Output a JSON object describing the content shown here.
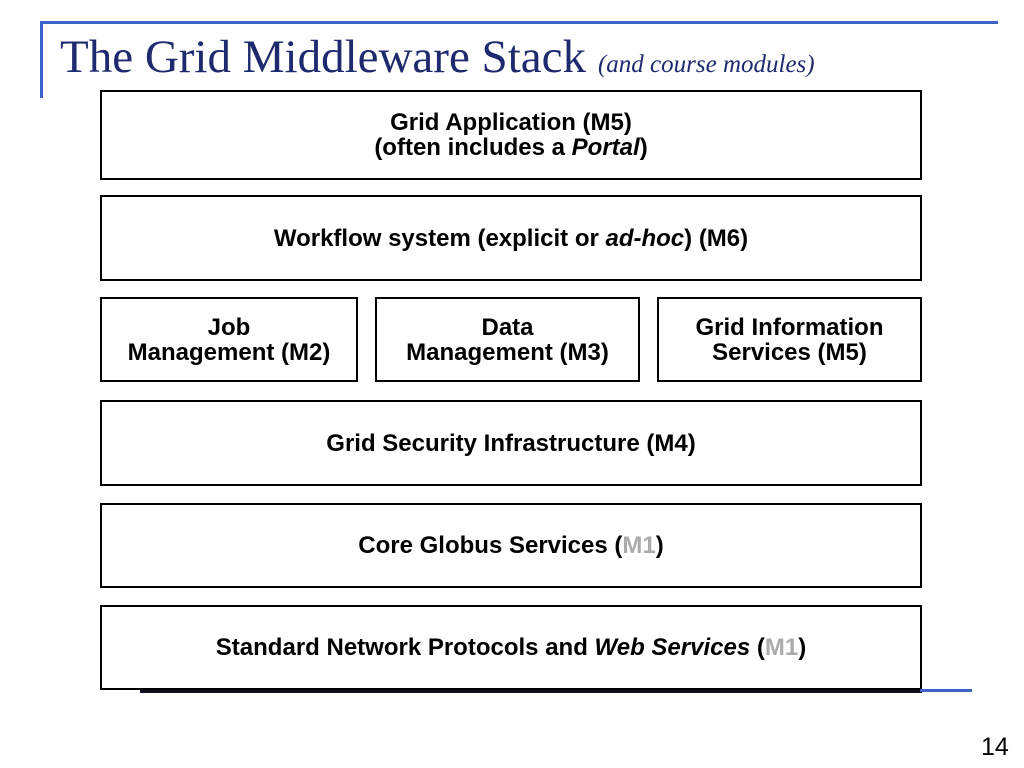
{
  "slide": {
    "title": "The Grid Middleware Stack",
    "subtitle": "(and course modules)",
    "page_number": "14",
    "colors": {
      "title_navy": "#1e2a6e",
      "accent_blue": "#3a64c8",
      "module_gray": "#ababab",
      "box_border": "#000000"
    }
  },
  "stack": {
    "application": {
      "line1": "Grid Application (M5)",
      "line2_pre": "(often includes a ",
      "line2_em": "Portal",
      "line2_post": ")"
    },
    "workflow": {
      "pre": "Workflow system (explicit or ",
      "em": "ad-hoc",
      "post": ") (M6)"
    },
    "job": {
      "line1": "Job",
      "line2": "Management (M2)"
    },
    "data": {
      "line1": "Data",
      "line2": "Management (M3)"
    },
    "info": {
      "line1": "Grid Information",
      "line2": "Services (M5)"
    },
    "security": {
      "text": "Grid Security Infrastructure (M4)"
    },
    "core": {
      "pre": "Core Globus Services (",
      "module": "M1",
      "post": ")"
    },
    "network": {
      "pre": "Standard Network Protocols and ",
      "em": "Web Services",
      "mid": " (",
      "module": "M1",
      "post": ")"
    }
  }
}
